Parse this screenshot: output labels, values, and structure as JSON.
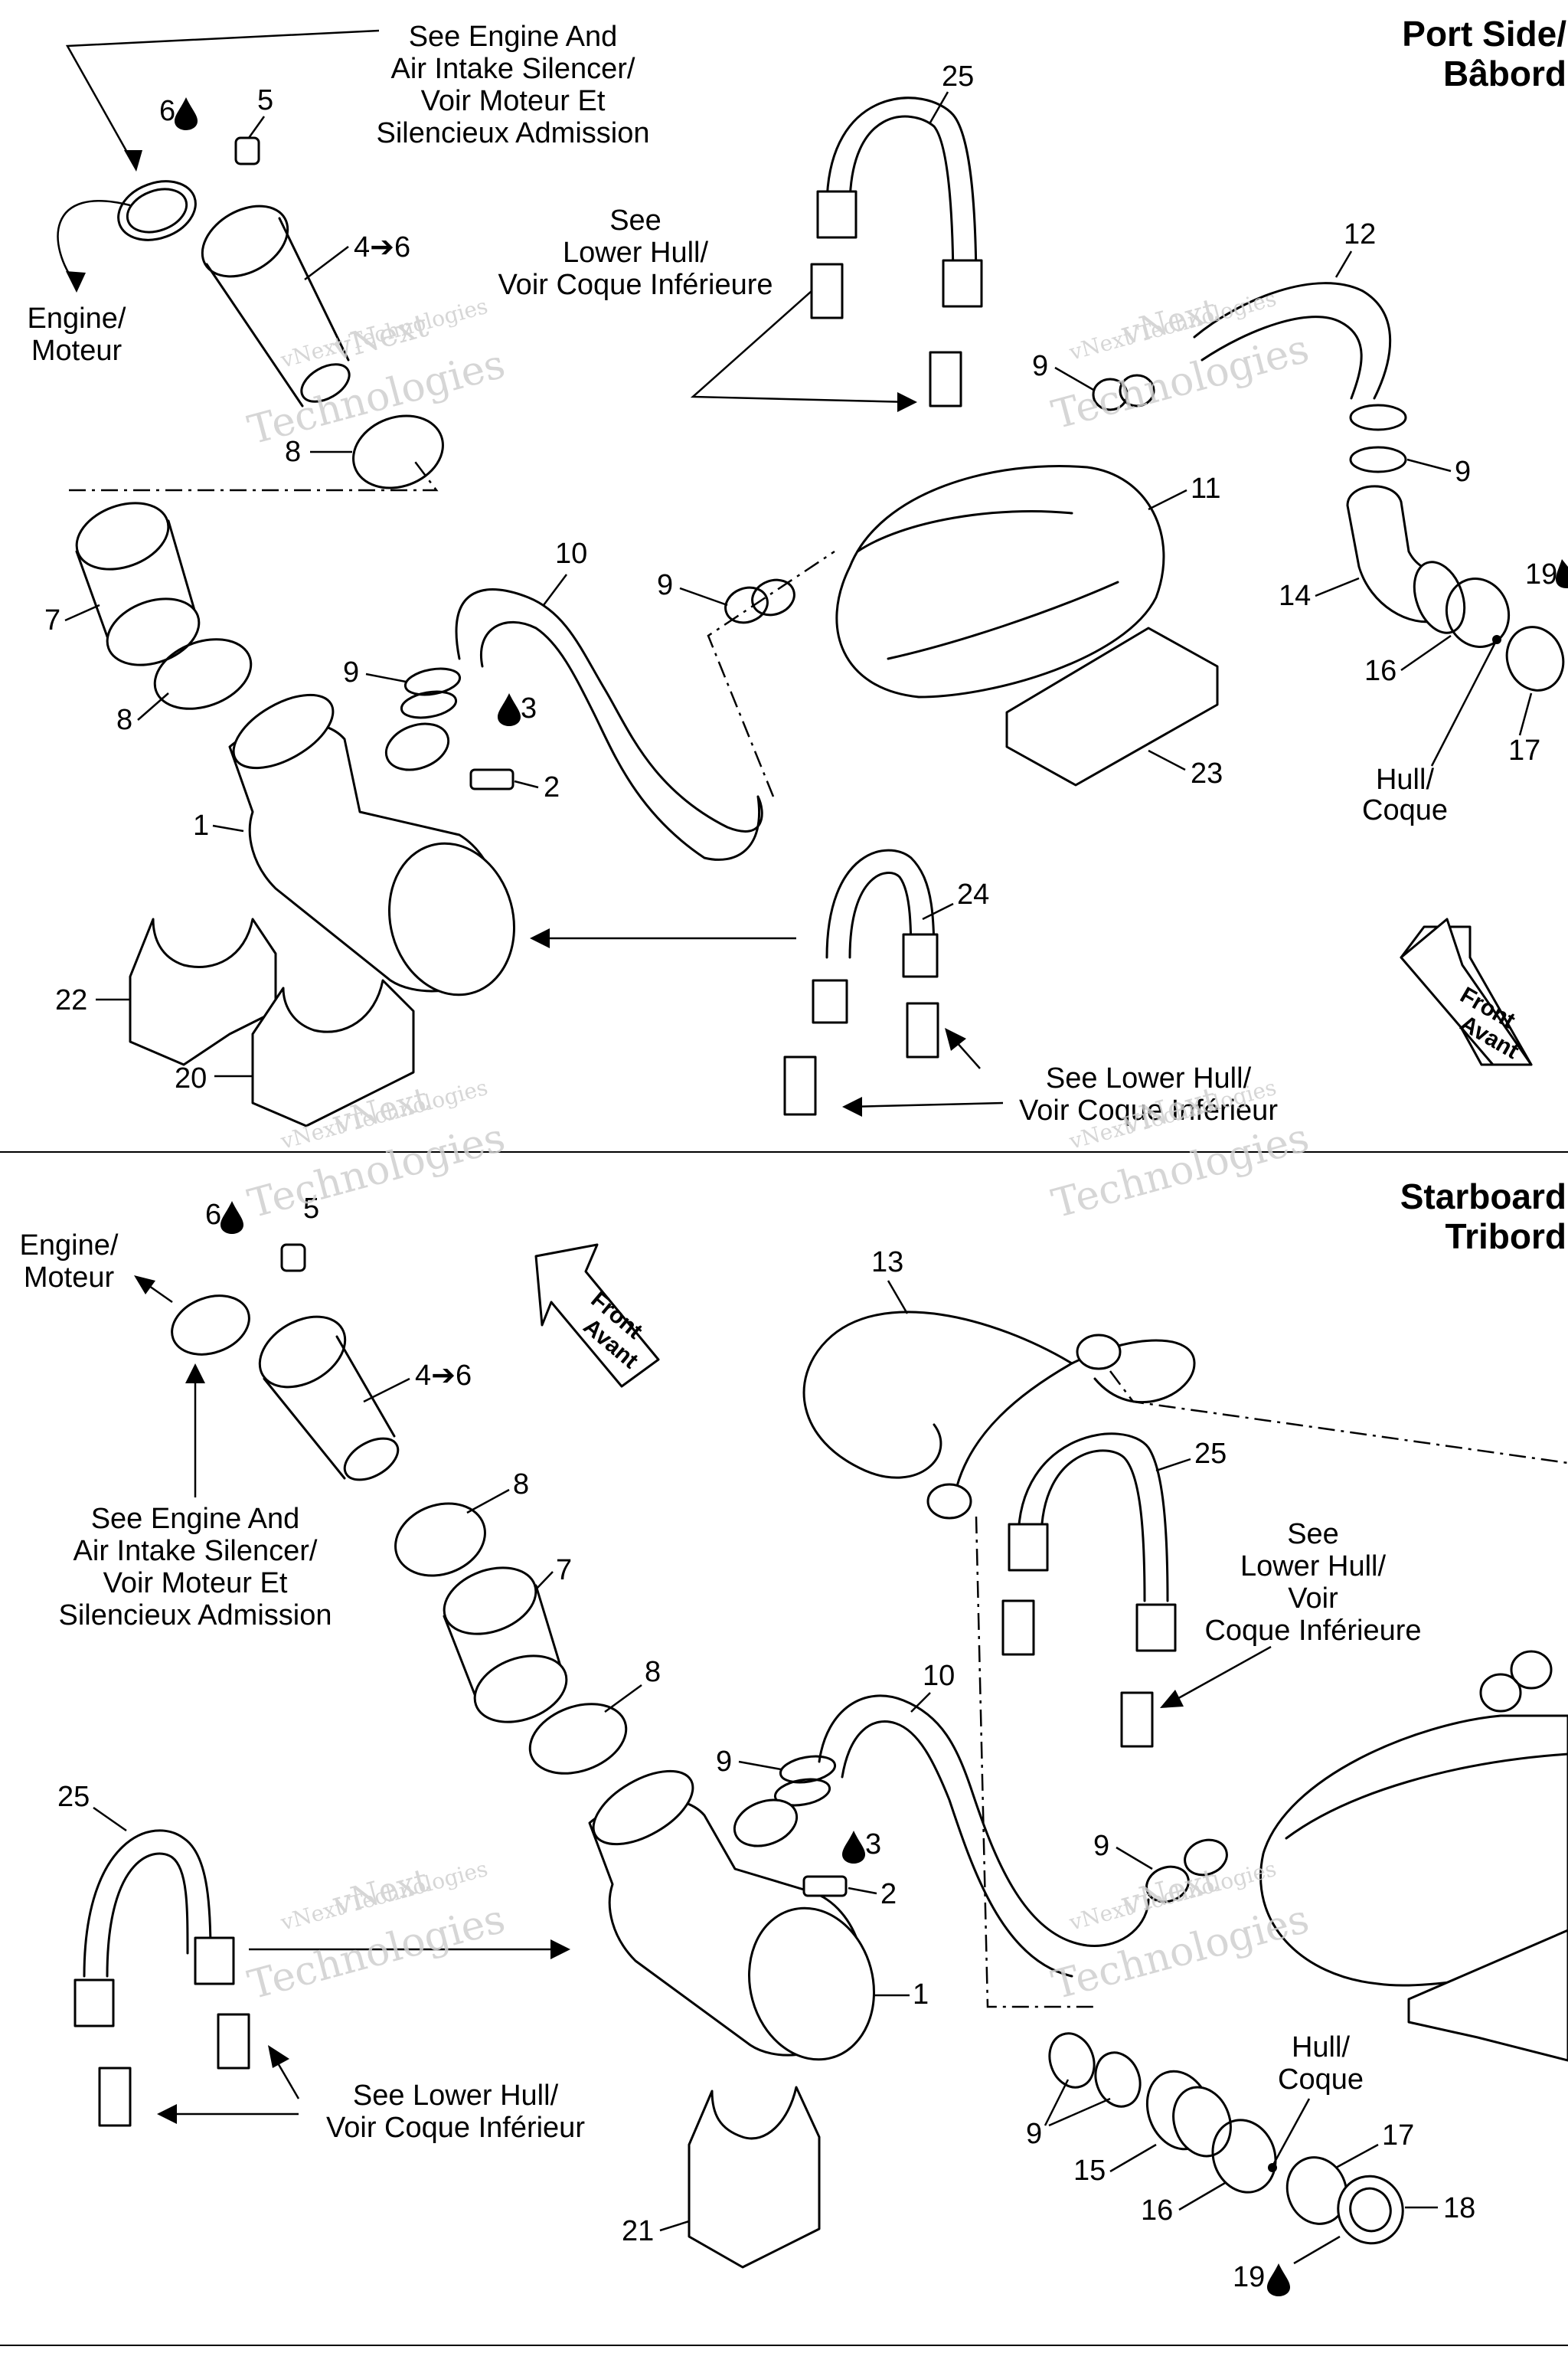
{
  "headers": {
    "port": [
      "Port Side/",
      "Bâbord"
    ],
    "starboard": [
      "Starboard",
      "Tribord"
    ]
  },
  "text": {
    "see_engine": [
      "See Engine And",
      "Air Intake Silencer/",
      "Voir Moteur Et",
      "Silencieux Admission"
    ],
    "engine": [
      "Engine/",
      "Moteur"
    ],
    "see_lower_hull_3": [
      "See",
      "Lower Hull/",
      "Voir Coque Inférieure"
    ],
    "see_lower_hull_4": [
      "See",
      "Lower Hull/",
      "Voir",
      "Coque Inférieure"
    ],
    "see_lower_hull_2": [
      "See Lower Hull/",
      "Voir Coque Inférieur"
    ],
    "hull": [
      "Hull/",
      "Coque"
    ],
    "front": [
      "Front",
      "Avant"
    ],
    "watermark": [
      "vNext",
      "vNext Technologies",
      "Technologies"
    ]
  },
  "labels": {
    "n1": "1",
    "n2": "2",
    "n3": "3",
    "n4_6": "4➔6",
    "n5": "5",
    "n6": "6",
    "n7": "7",
    "n8": "8",
    "n9": "9",
    "n10": "10",
    "n11": "11",
    "n12": "12",
    "n13": "13",
    "n14": "14",
    "n15": "15",
    "n16": "16",
    "n17": "17",
    "n18": "18",
    "n19": "19",
    "n20": "20",
    "n21": "21",
    "n22": "22",
    "n23": "23",
    "n24": "24",
    "n25": "25"
  }
}
